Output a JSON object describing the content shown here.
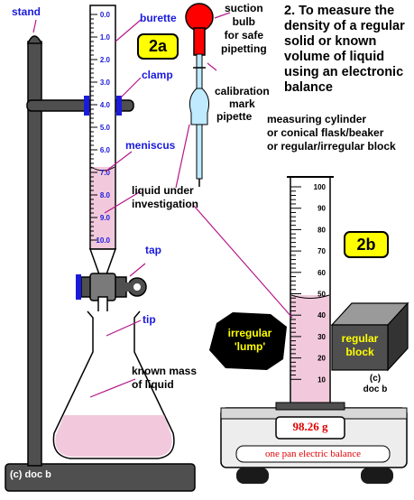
{
  "title": "2. To measure the density of a regular solid or known volume of liquid using an electronic balance",
  "badges": {
    "a": "2a",
    "b": "2b"
  },
  "labels": {
    "stand": "stand",
    "burette": "burette",
    "clamp": "clamp",
    "meniscus": "meniscus",
    "liquid": "liquid under\ninvestigation",
    "tap": "tap",
    "tip": "tip",
    "known_mass": "known mass\nof liquid",
    "suction_bulb": "suction\nbulb\nfor safe\npipetting",
    "calibration": "calibration\nmark",
    "pipette": "pipette",
    "measuring": "measuring cylinder\nor conical flask/beaker\nor regular/irregular block",
    "irregular": "irregular\n'lump'",
    "regular": "regular\nblock"
  },
  "balance": {
    "reading": "98.26 g",
    "name": "one pan electric balance"
  },
  "credits": {
    "left": "(c) doc b",
    "right": "(c)\ndoc b"
  },
  "burette_scale": [
    "0.0",
    "1.0",
    "2.0",
    "3.0",
    "4.0",
    "5.0",
    "6.0",
    "7.0",
    "8.0",
    "9.0",
    "10.0"
  ],
  "cylinder_scale": [
    "100",
    "90",
    "80",
    "70",
    "60",
    "50",
    "40",
    "30",
    "20",
    "10"
  ],
  "colors": {
    "label_blue": "#1a1adc",
    "badge": "#ffff00",
    "liquid": "#f2c9dc",
    "reading": "#e00000",
    "bulb": "#ff0000"
  }
}
